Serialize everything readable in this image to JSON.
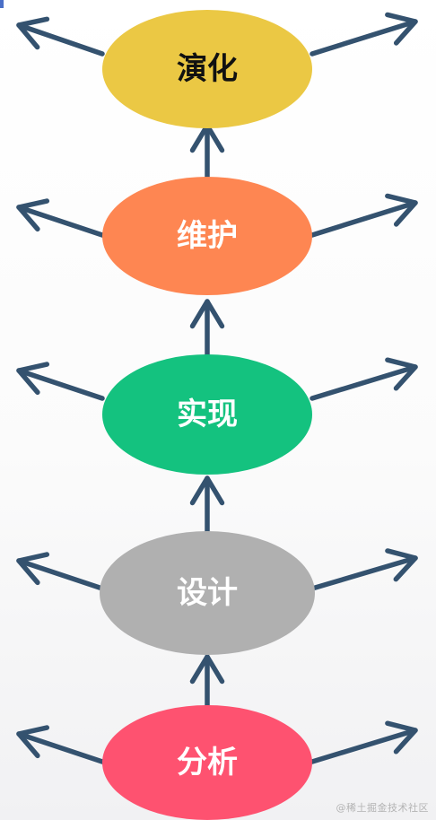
{
  "stages": [
    {
      "id": "evolution",
      "label": "演化",
      "color": "#ebc844",
      "text_color": "#111111"
    },
    {
      "id": "maintenance",
      "label": "维护",
      "color": "#fe8652",
      "text_color": "#ffffff"
    },
    {
      "id": "implementation",
      "label": "实现",
      "color": "#14c27f",
      "text_color": "#ffffff"
    },
    {
      "id": "design",
      "label": "设计",
      "color": "#b0b0b0",
      "text_color": "#ffffff"
    },
    {
      "id": "analysis",
      "label": "分析",
      "color": "#fe5270",
      "text_color": "#ffffff"
    }
  ],
  "arrow_color": "#34526f",
  "watermark": "@稀土掘金技术社区"
}
